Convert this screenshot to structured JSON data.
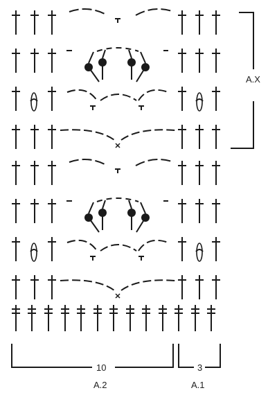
{
  "labels": {
    "repeat_vertical": "A.X",
    "count_left": "10",
    "count_right": "3",
    "chart_left": "A.2",
    "chart_right": "A.1"
  },
  "symbols": {
    "treble": "tall-cross-stitch",
    "double_treble": "double-cross-stitch",
    "cluster_post": "oval-post-stitch",
    "bobble": "filled-dot-stitch",
    "half_treble": "t-stitch",
    "single": "x-stitch",
    "chain_arc": "dashed-arc"
  },
  "colors": {
    "ink": "#1a1a1a",
    "background": "#ffffff"
  }
}
